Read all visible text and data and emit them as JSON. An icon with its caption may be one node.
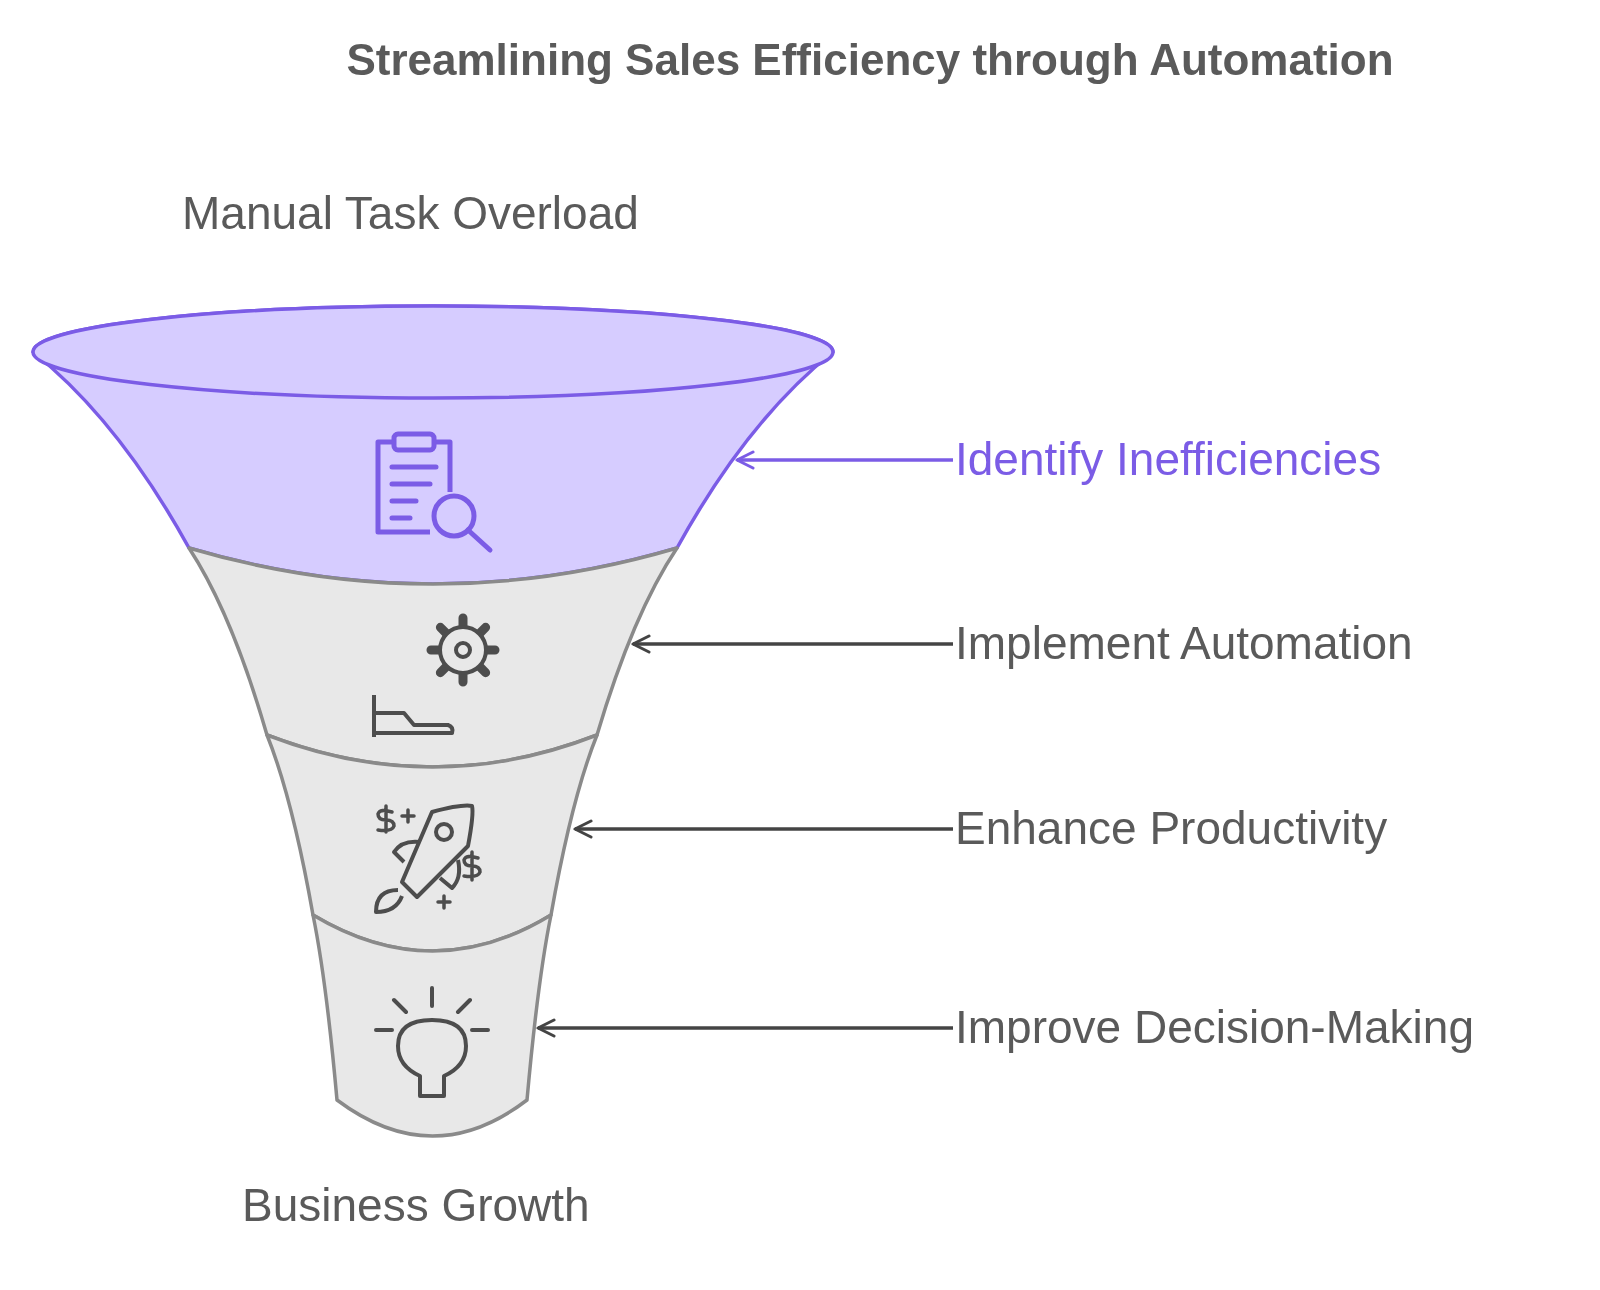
{
  "diagram": {
    "title": "Streamlining Sales Efficiency through Automation",
    "nodes": [
      {
        "text": [],
        "shape": "funnel"
      },
      {
        "text": [],
        "shape": "funnel"
      },
      {
        "text": [],
        "shape": "funnel"
      },
      {
        "text": [],
        "shape": "funnel"
      },
      {
        "text": [
          "Identify Inefficiencies"
        ]
      },
      {
        "text": [
          "Implement Automation"
        ]
      },
      {
        "text": [
          "Enhance Productivity"
        ]
      },
      {
        "text": [
          "Improve Decision-Making"
        ]
      }
    ],
    "edges": [
      {
        "from": 4,
        "to": 0,
        "arrow": "to",
        "color": "#7b5ce6"
      },
      {
        "from": 5,
        "to": 1,
        "arrow": "to"
      },
      {
        "from": 6,
        "to": 2,
        "arrow": "to"
      },
      {
        "from": 7,
        "to": 3,
        "arrow": "to"
      }
    ],
    "labels": [
      "Manual Task Overload",
      "Business Growth"
    ]
  }
}
